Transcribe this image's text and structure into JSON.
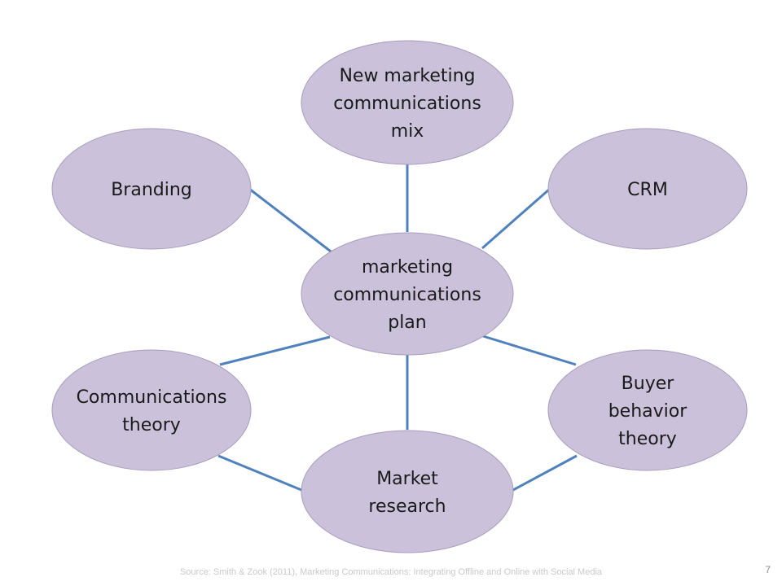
{
  "diagram": {
    "center": {
      "lines": [
        "marketing",
        "communications",
        "plan"
      ]
    },
    "nodes": [
      {
        "id": "new-mix",
        "lines": [
          "New marketing",
          "communications",
          "mix"
        ]
      },
      {
        "id": "branding",
        "lines": [
          "Branding"
        ]
      },
      {
        "id": "crm",
        "lines": [
          "CRM"
        ]
      },
      {
        "id": "comm-theory",
        "lines": [
          "Communications",
          "theory"
        ]
      },
      {
        "id": "buyer-theory",
        "lines": [
          "Buyer",
          "behavior",
          "theory"
        ]
      },
      {
        "id": "market-research",
        "lines": [
          "Market",
          "research"
        ]
      }
    ],
    "colors": {
      "node_fill": "#ccc1da",
      "node_stroke": "#a99bbd",
      "connector": "#4f81bd"
    }
  },
  "footer": {
    "source": "Source: Smith & Zook (2011), Marketing Communications: Integrating Offline and Online with Social Media",
    "page_number": "7"
  }
}
